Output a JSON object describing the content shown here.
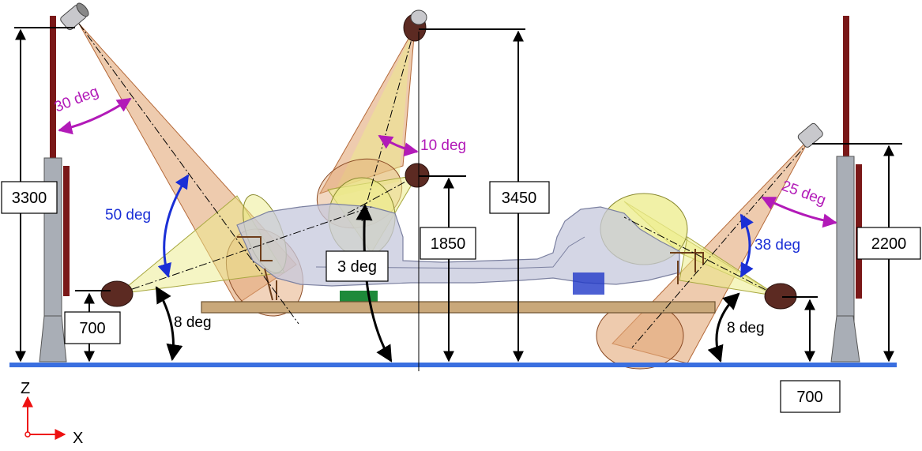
{
  "dimensions": {
    "left_post_height": "3300",
    "left_camera_height": "700",
    "top_camera_height": "3450",
    "middle_camera_height": "1850",
    "right_post_height": "2200",
    "right_camera_height": "700"
  },
  "angles": {
    "left_top_tilt": "30 deg",
    "left_fov": "50 deg",
    "left_low_tilt": "8 deg",
    "top_tilt": "10 deg",
    "middle_tilt": "3 deg",
    "right_top_tilt": "25 deg",
    "right_fov": "38 deg",
    "right_low_tilt": "8 deg"
  },
  "axes": {
    "z_label": "Z",
    "x_label": "X"
  },
  "colors": {
    "ground": "#3a6fe0",
    "post_red": "#7a1818",
    "post_gray": "#a9aeb6",
    "cone_orange": "#e3a878",
    "cone_yellow": "#ecec8a",
    "camera": "#5c2a22",
    "purple_angle": "#b21ab8",
    "blue_angle": "#1a2fd6",
    "platform": "#c9a87a",
    "body": "#bfc2d6"
  }
}
